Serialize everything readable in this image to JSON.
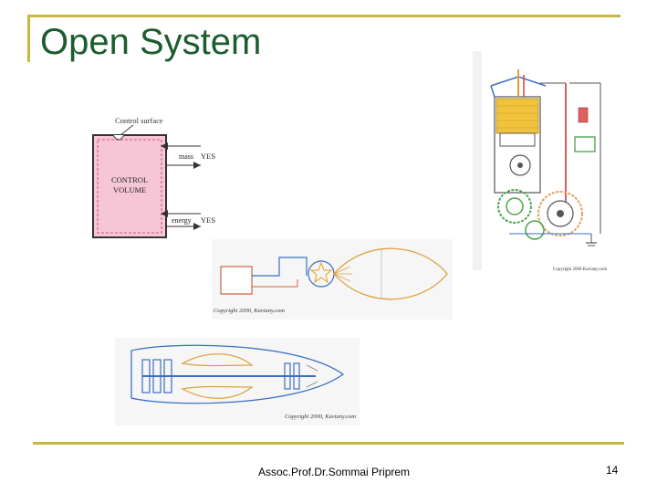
{
  "slide": {
    "title": "Open System",
    "footer_author": "Assoc.Prof.Dr.Sommai Priprem",
    "page_number": "14"
  },
  "figures": {
    "control_volume": {
      "surface_label": "Control surface",
      "volume_label_line1": "CONTROL",
      "volume_label_line2": "VOLUME",
      "mass_label": "mass",
      "mass_answer": "YES",
      "energy_label": "energy",
      "energy_answer": "YES"
    },
    "engine_copyright": "Copyright 2000 Kaviany.com",
    "burner_copyright": "Copyright 2000, Kaviany.com",
    "turbojet_copyright": "Copyright 2000, Kaviany.com"
  },
  "colors": {
    "title": "#1d5c2e",
    "frame": "#c8b640",
    "control_volume_fill": "#f7c6d6"
  }
}
